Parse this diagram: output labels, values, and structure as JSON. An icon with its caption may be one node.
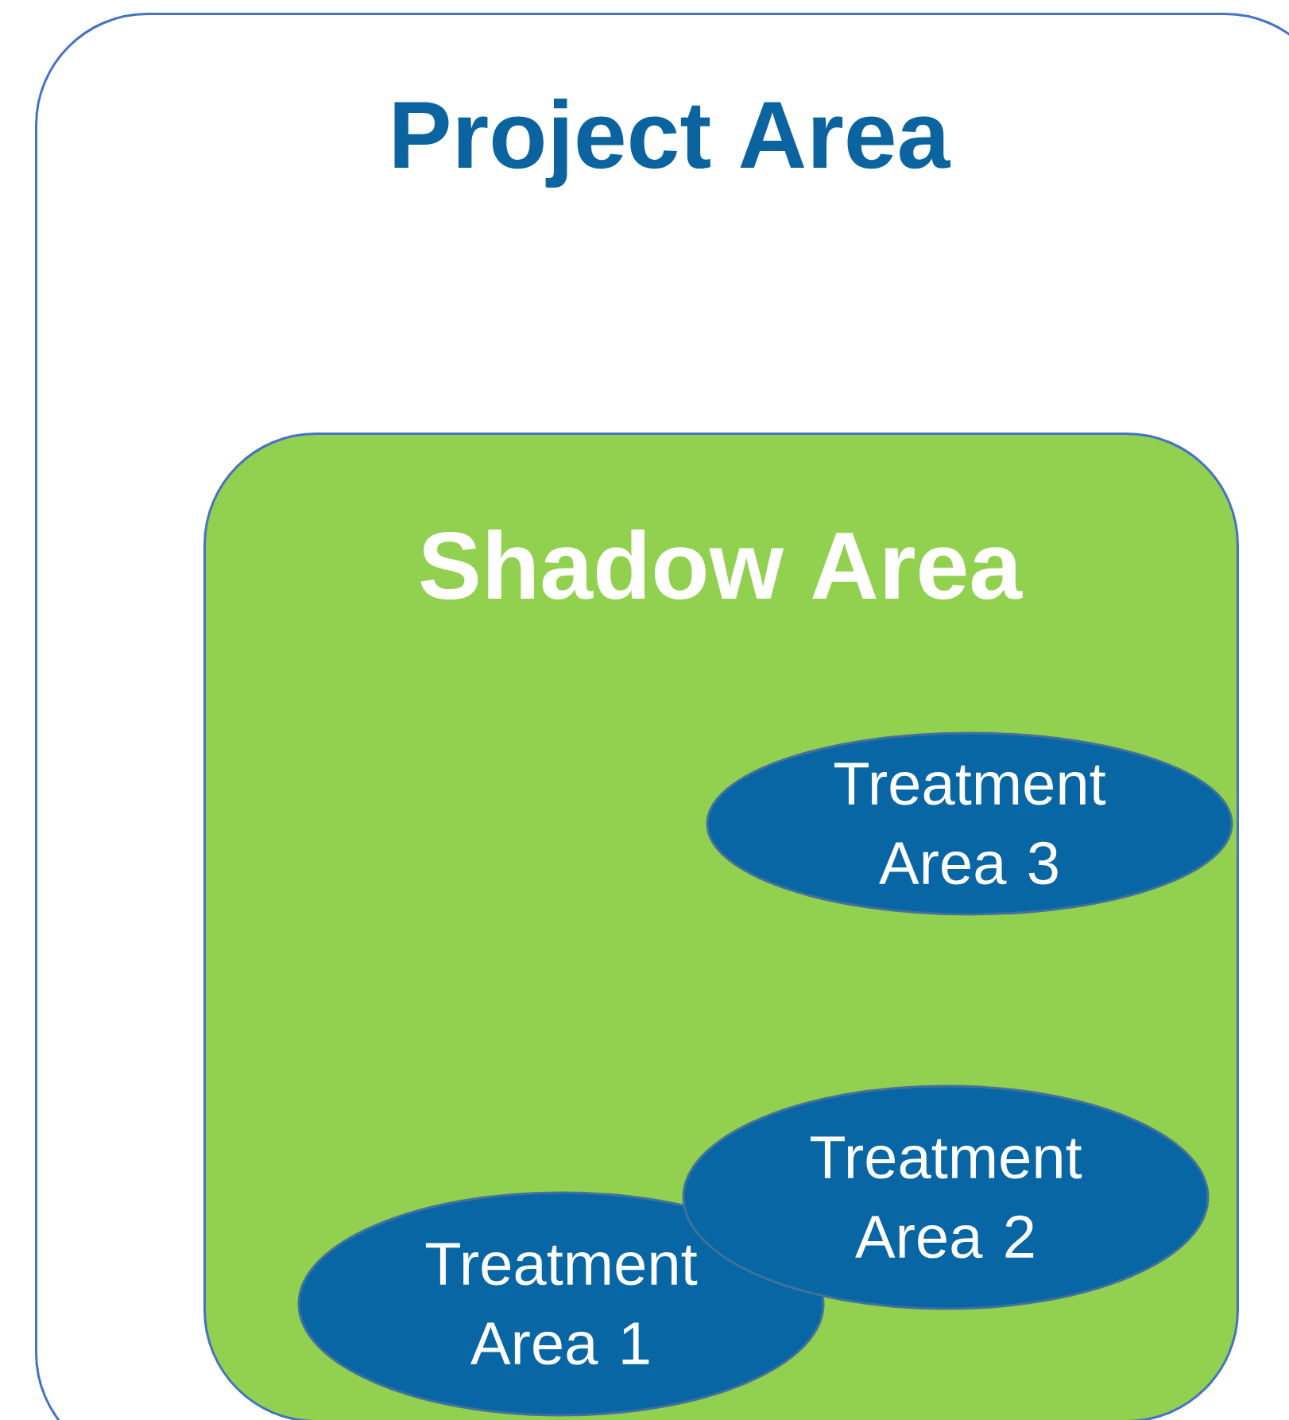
{
  "diagram": {
    "nodes": [
      {
        "text": [
          "Project Area"
        ]
      },
      {
        "text": [
          "Shadow Area"
        ],
        "in": 0
      },
      {
        "text": [
          "Treatment Area 3"
        ],
        "in": 1
      },
      {
        "text": [
          "Treatment Area 2"
        ],
        "in": 1
      },
      {
        "text": [
          "Treatment Area 1"
        ],
        "in": 1
      }
    ]
  }
}
